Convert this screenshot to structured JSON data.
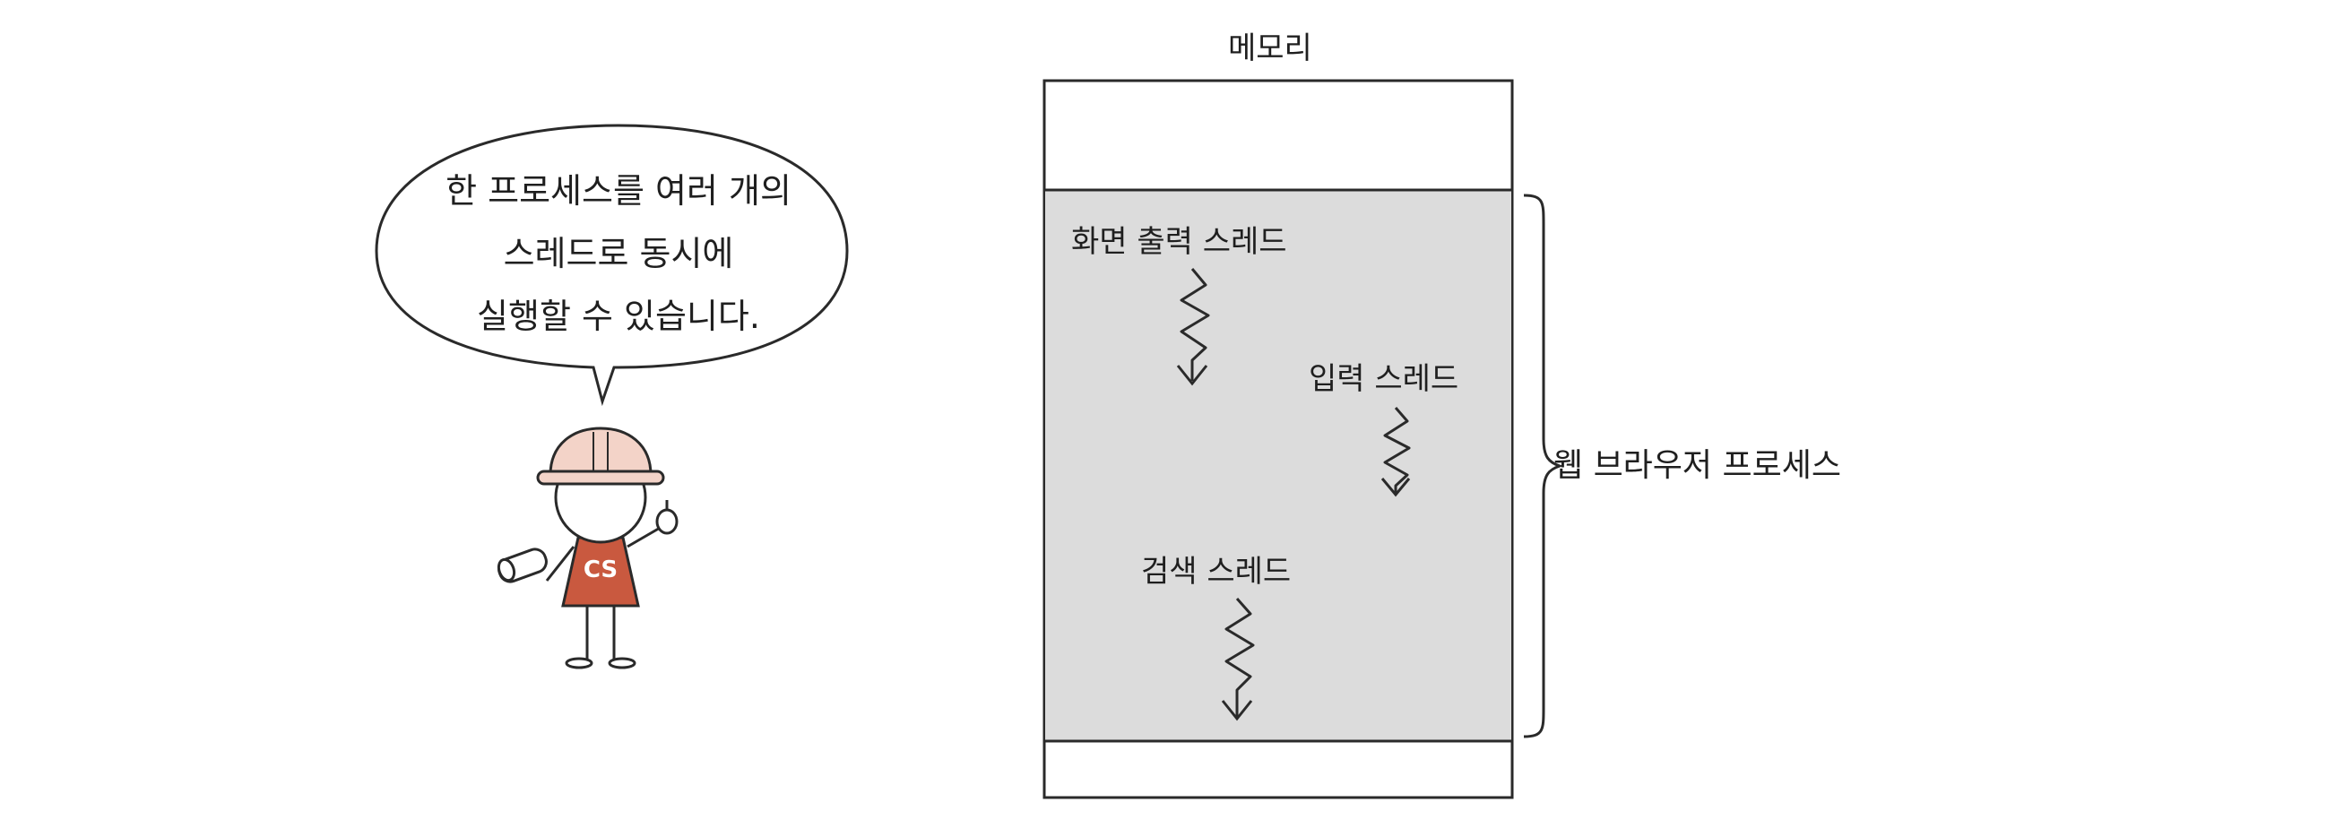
{
  "speech_bubble": {
    "lines": [
      "한 프로세스를 여러 개의",
      "스레드로 동시에",
      "실행할 수 있습니다."
    ]
  },
  "character": {
    "shirt_text": "CS",
    "colors": {
      "helmet": "#f3d3c8",
      "shirt": "#c9593f"
    }
  },
  "memory": {
    "title": "메모리",
    "colors": {
      "process_fill": "#dcdcdc",
      "border": "#2a2a2a"
    },
    "process_label": "웹 브라우저 프로세스",
    "threads": [
      {
        "label": "화면 출력 스레드"
      },
      {
        "label": "입력 스레드"
      },
      {
        "label": "검색 스레드"
      }
    ]
  }
}
